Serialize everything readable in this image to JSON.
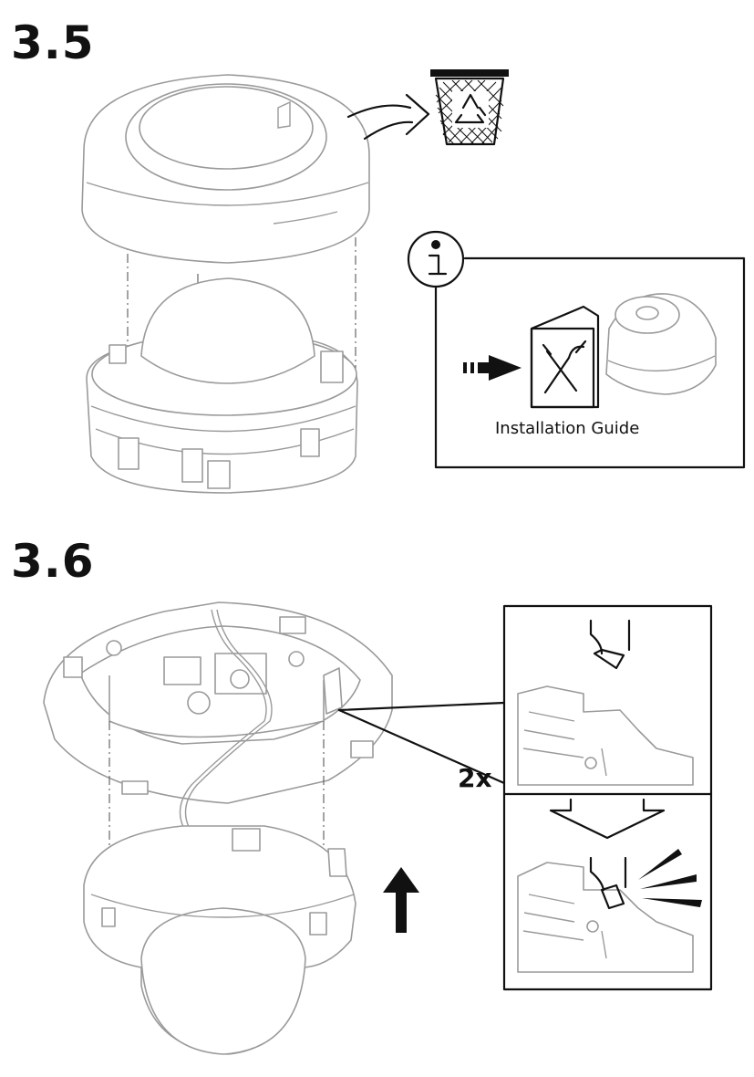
{
  "steps": {
    "first": "3.5",
    "second": "3.6"
  },
  "info_box": {
    "icon": "info-icon",
    "guide_label": "Installation Guide"
  },
  "detail": {
    "multiplier": "2x"
  },
  "icons": {
    "trash": "recycle-bin-icon",
    "arrow": "arrow-right-icon",
    "tools": "tools-book-icon",
    "push_up": "arrow-up-icon",
    "snap": "snap-lines-icon"
  },
  "colors": {
    "line": "#111111",
    "device": "#9a9a9a",
    "background": "#ffffff"
  }
}
